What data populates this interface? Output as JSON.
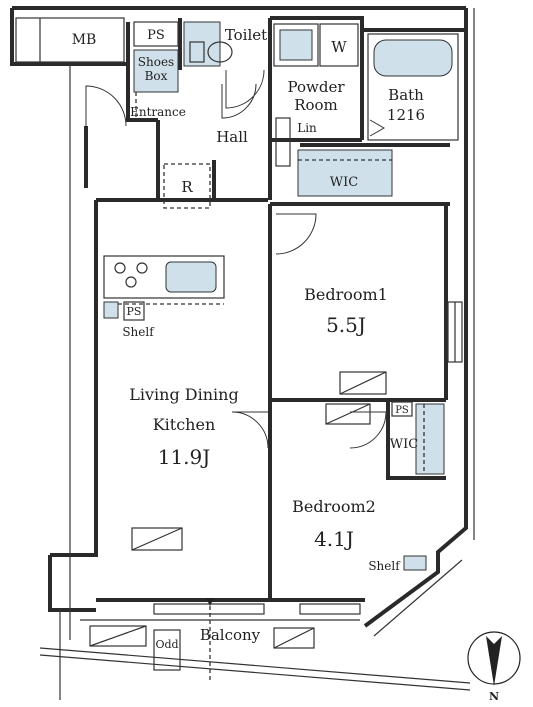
{
  "rooms": {
    "mb": "MB",
    "ps_top": "PS",
    "toilet": "Toilet",
    "w": "W",
    "shoes_box_1": "Shoes",
    "shoes_box_2": "Box",
    "entrance": "Entrance",
    "powder_room_1": "Powder",
    "powder_room_2": "Room",
    "bath_1": "Bath",
    "bath_2": "1216",
    "lin": "Lin",
    "hall": "Hall",
    "r": "R",
    "wic_1": "WIC",
    "bedroom1": "Bedroom1",
    "bedroom1_size": "5.5J",
    "ps_kitchen": "PS",
    "shelf_kitchen": "Shelf",
    "ldk_1": "Living Dining",
    "ldk_2": "Kitchen",
    "ldk_size": "11.9J",
    "ps_wic2": "PS",
    "wic_2": "WIC",
    "bedroom2": "Bedroom2",
    "bedroom2_size": "4.1J",
    "shelf_bedroom2": "Shelf",
    "balcony": "Balcony",
    "odd": "Odd"
  },
  "compass": {
    "north": "N"
  },
  "colors": {
    "fixture_fill": "#cfe0ea",
    "wall": "#2a2a2a"
  }
}
